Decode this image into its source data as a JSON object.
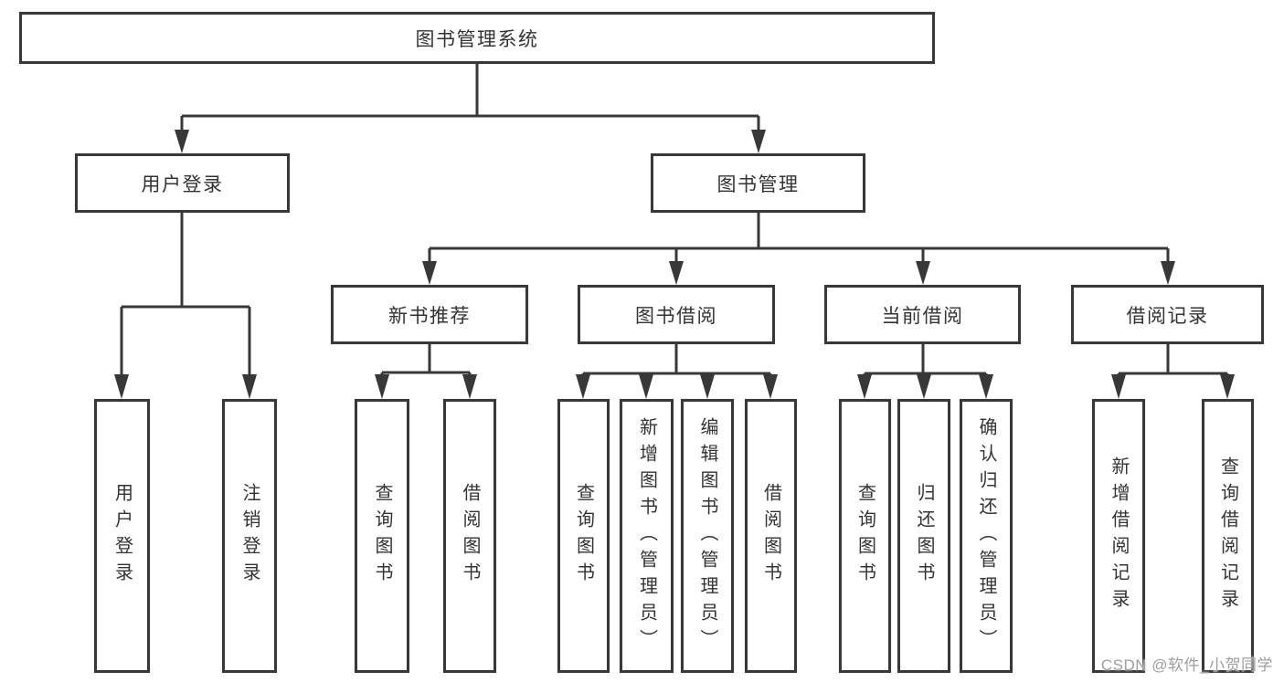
{
  "title": "图书管理系统",
  "tree": {
    "root": "图书管理系统",
    "branches": [
      {
        "label": "用户登录",
        "children": [
          "用户登录",
          "注销登录"
        ]
      },
      {
        "label": "图书管理",
        "children": [
          {
            "label": "新书推荐",
            "children": [
              "查询图书",
              "借阅图书"
            ]
          },
          {
            "label": "图书借阅",
            "children": [
              "查询图书",
              "新增图书（管理员）",
              "编辑图书（管理员）",
              "借阅图书"
            ]
          },
          {
            "label": "当前借阅",
            "children": [
              "查询图书",
              "归还图书",
              "确认归还（管理员）"
            ]
          },
          {
            "label": "借阅记录",
            "children": [
              "新增借阅记录",
              "查询借阅记录"
            ]
          }
        ]
      }
    ]
  },
  "watermark": "CSDN @软件_小贺同学",
  "colors": {
    "line": "#383838",
    "node_border": "#383838",
    "node_text": "#333333",
    "background": "#ffffff",
    "watermark_text": "#9e9e9e"
  }
}
